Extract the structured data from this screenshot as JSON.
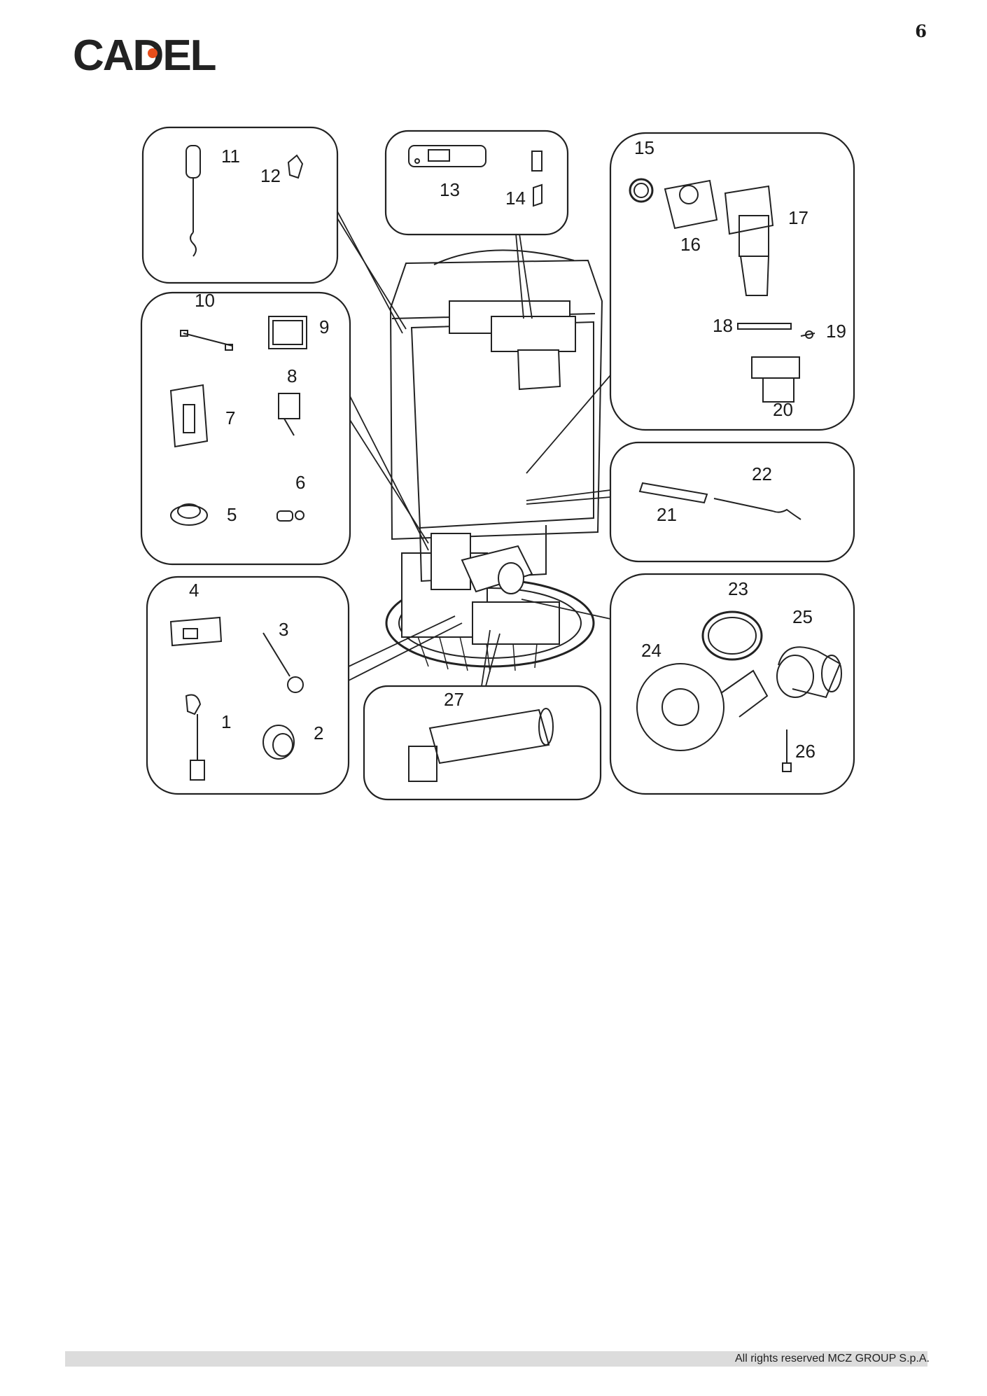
{
  "header": {
    "brand": "CADEL",
    "page_number": "6",
    "logo_dot_color": "#e84e1b"
  },
  "diagram": {
    "callouts": [
      "1",
      "2",
      "3",
      "4",
      "5",
      "6",
      "7",
      "8",
      "9",
      "10",
      "11",
      "12",
      "13",
      "14",
      "15",
      "16",
      "17",
      "18",
      "19",
      "20",
      "21",
      "22",
      "23",
      "24",
      "25",
      "26",
      "27"
    ]
  },
  "footer": {
    "copyright": "All rights reserved MCZ GROUP S.p.A."
  }
}
